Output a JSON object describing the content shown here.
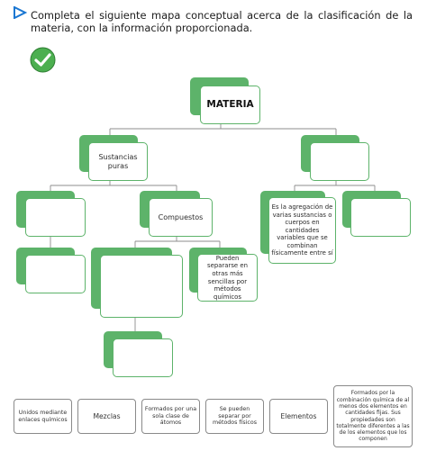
{
  "instruction": "Completa el siguiente mapa conceptual acerca de la clasificación de la materia, con la información proporcionada.",
  "icons": {
    "arrow": "play-arrow-icon",
    "check": "check-circle-icon"
  },
  "colors": {
    "accent_green": "#5db36a",
    "check_green": "#4caf50",
    "arrow_blue": "#1976d2"
  },
  "concept_map": {
    "materia": "MATERIA",
    "left_branch": "Sustancias puras",
    "right_branch": "",
    "pure_left": "",
    "compuestos": "Compuestos",
    "compound_desc": "",
    "compound_split": "Pueden separarse en otras más sencillas por métodos químicos",
    "compound_child": "",
    "mixture_desc": "Es la agregación de varias sustancias o cuerpos en cantidades variables que se combinan físicamente entre sí",
    "mixture_right": "",
    "element_desc": ""
  },
  "options": [
    "Unidos mediante enlaces químicos",
    "Mezclas",
    "Formados por una sola clase de átomos",
    "Se pueden separar por métodos físicos",
    "Elementos",
    "Formados por la combinación química de al menos dos elementos en cantidades fijas. Sus propiedades son totalmente diferentes a las de los elementos que los componen"
  ]
}
